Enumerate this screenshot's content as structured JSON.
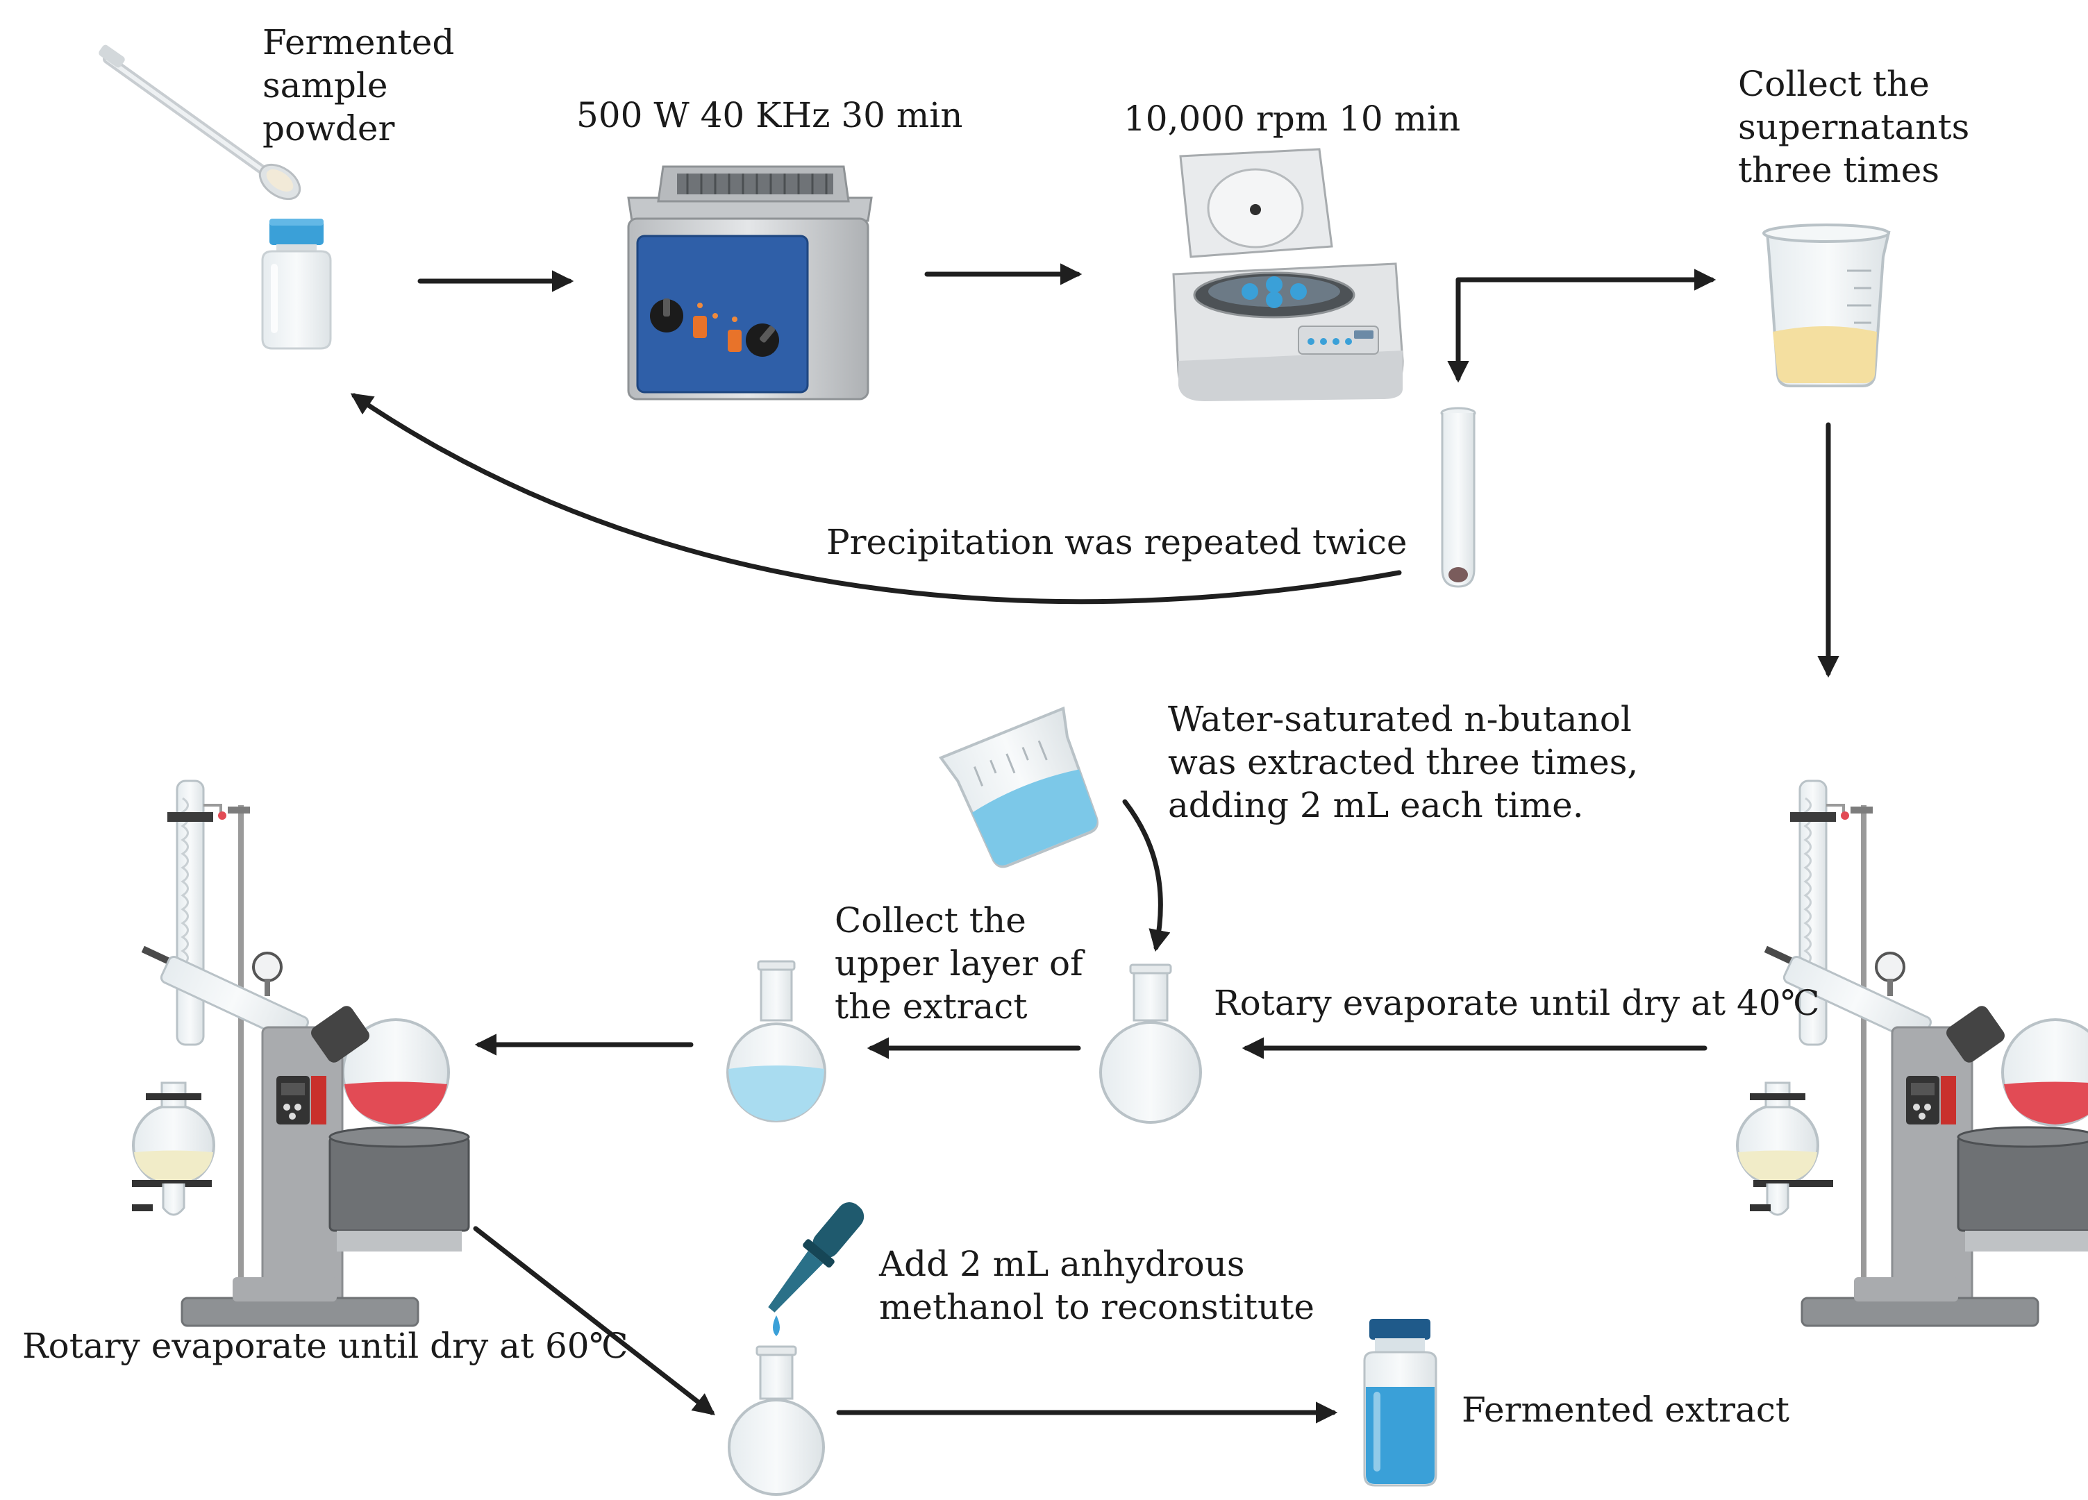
{
  "labels": {
    "sample": "Fermented\nsample\npowder",
    "sonication": "500 W 40 KHz 30 min",
    "centrifuge": "10,000 rpm 10 min",
    "collect_supernatant": "Collect the\nsupernatants\nthree times",
    "precipitation": "Precipitation was repeated twice",
    "butanol": "Water-saturated n-butanol\nwas extracted three times,\nadding 2 mL each time.",
    "upper_layer": "Collect the\nupper layer of\nthe extract",
    "rotary_40": "Rotary evaporate until dry at 40℃",
    "rotary_60": "Rotary evaporate until dry at 60℃",
    "methanol": "Add 2 mL anhydrous\nmethanol to reconstitute",
    "extract": "Fermented extract"
  },
  "colors": {
    "arrow": "#1f1f1f",
    "device_blue": "#2f5fa8",
    "cap_blue": "#3aa0d8",
    "liquid_blue": "#7cc8e8",
    "liquid_yellow": "#f4dfa0",
    "liquid_red": "#e24b55",
    "pellet": "#7a5c5c",
    "metal_gray": "#9a9a9a",
    "dropper_teal": "#1f5a6e"
  }
}
